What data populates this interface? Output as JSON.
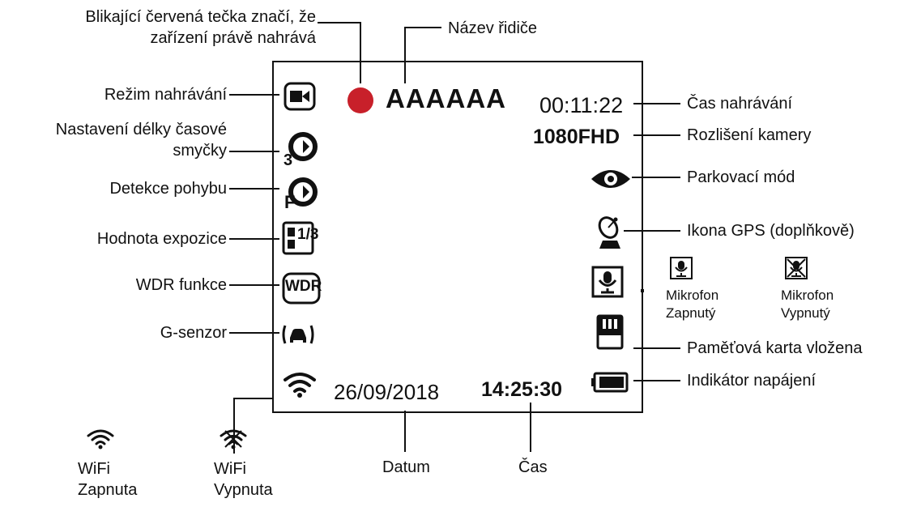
{
  "screen": {
    "driver_name": "AAAAAA",
    "record_time": "00:11:22",
    "resolution": "1080FHD",
    "date": "26/09/2018",
    "time": "14:25:30",
    "loop_number": "3",
    "motion_letter": "F",
    "exposure_value": "1/3",
    "wdr_label": "WDR"
  },
  "labels": {
    "recording_dot": "Blikající červená tečka značí, že zařízení právě nahrává",
    "driver_name": "Název řidiče",
    "recording_mode": "Režim nahrávání",
    "loop_length": "Nastavení délky časové smyčky",
    "motion_detection": "Detekce pohybu",
    "exposure": "Hodnota expozice",
    "wdr": "WDR funkce",
    "gsensor": "G-senzor",
    "record_time": "Čas nahrávání",
    "resolution": "Rozlišení kamery",
    "parking": "Parkovací mód",
    "gps": "Ikona GPS (doplňkově)",
    "mic_on": "Mikrofon Zapnutý",
    "mic_off": "Mikrofon Vypnutý",
    "memory_card": "Paměťová karta vložena",
    "power": "Indikátor napájení",
    "wifi_on": "WiFi Zapnuta",
    "wifi_off": "WiFi Vypnuta",
    "date": "Datum",
    "time": "Čas"
  },
  "colors": {
    "recording_dot": "#c8202a",
    "ink": "#111111"
  },
  "icons": [
    "video-camera-icon",
    "loop-icon",
    "motion-detection-icon",
    "exposure-icon",
    "wdr-icon",
    "g-sensor-icon",
    "wifi-icon",
    "eye-icon",
    "gps-icon",
    "microphone-icon",
    "memory-card-icon",
    "battery-icon"
  ]
}
